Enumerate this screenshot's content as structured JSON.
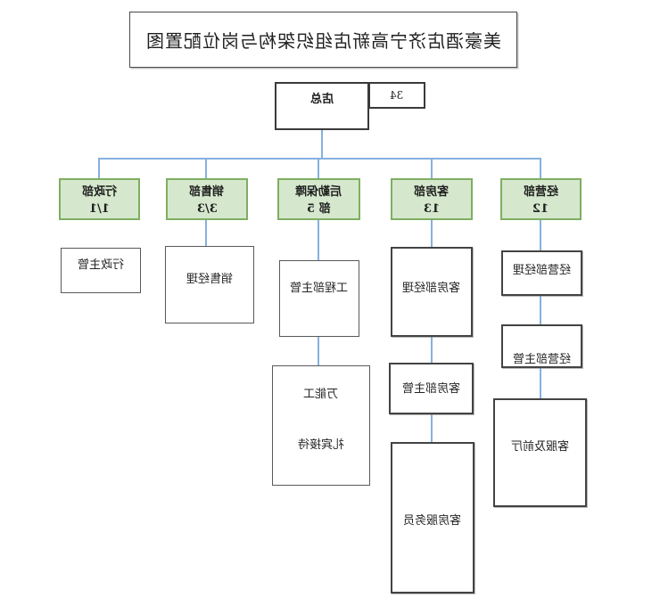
{
  "title": "美豪酒店济宁高新店组织架构与岗位配置图",
  "root": {
    "label": "店总",
    "headcount": "34"
  },
  "departments": [
    {
      "line1": "行政部",
      "line2": "1/1"
    },
    {
      "line1": "销售部",
      "line2": "3/3"
    },
    {
      "line1": "后勤保障",
      "line2": "部 5"
    },
    {
      "line1": "客房部",
      "line2": "13"
    },
    {
      "line1": "经营部",
      "line2": "12"
    }
  ],
  "positions": {
    "admin_supervisor": "行政主管",
    "sales_manager": "销售经理",
    "engineering_supervisor": "工程部主管",
    "handyman": "万能工",
    "concierge_reception": "礼宾接待",
    "housekeeping_manager": "客房部经理",
    "housekeeping_supervisor": "客房部主管",
    "room_attendant": "客房服务员",
    "operations_manager": "经营部经理",
    "operations_supervisor": "经营部主管",
    "service_and_front_hall": "客服及前厅"
  },
  "colors": {
    "department_fill": "#d5e8cd",
    "department_border": "#7fae62",
    "connector_blue": "#86b0e0"
  }
}
